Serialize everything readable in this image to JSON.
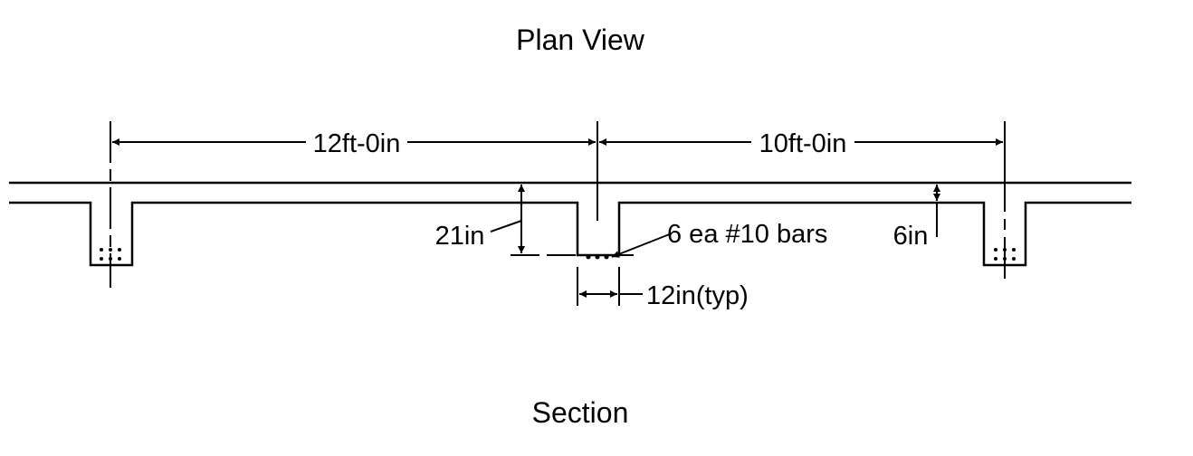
{
  "title_top": "Plan View",
  "title_bottom": "Section",
  "dimensions": {
    "span_left": "12ft-0in",
    "span_right": "10ft-0in",
    "beam_depth": "21in",
    "slab_thickness": "6in",
    "beam_width": "12in(typ)"
  },
  "notes": {
    "reinforcement": "6 ea #10 bars"
  },
  "colors": {
    "line": "#000000",
    "background": "#ffffff"
  }
}
